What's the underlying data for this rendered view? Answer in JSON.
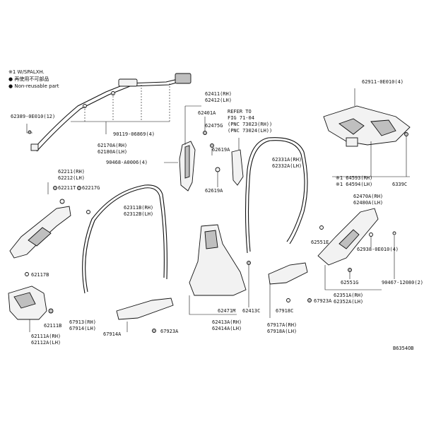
{
  "legend": {
    "line1": "※1 W/SPALXH.",
    "line2": "● 再使用不可部品",
    "line3": "● Non-reusable part"
  },
  "labels": {
    "l62911": "62911-0E010(4)",
    "l62389": "62389-0E010(12)",
    "l62411": "62411(RH)",
    "l62412": "62412(LH)",
    "l62401a": "62401A",
    "l62475g": "62475G",
    "l62619a1": "62619A",
    "l62619a2": "62619A",
    "refer1": "REFER TO",
    "refer2": "FIG 71-04",
    "refer3": "(PNC 73023(RH))",
    "refer4": "(PNC 73024(LH))",
    "l90119": "90119-06869(4)",
    "l62170a": "62170A(RH)",
    "l62180a": "62180A(LH)",
    "l90468": "90468-A0006(4)",
    "l62331a": "62331A(RH)",
    "l62332a": "62332A(LH)",
    "l64593": "※1 64593(RH)",
    "l64594": "※1 64594(LH)",
    "l62470a": "62470A(RH)",
    "l62480a": "62480A(LH)",
    "l6339c": "6339C",
    "l62211": "62211(RH)",
    "l62212": "62212(LH)",
    "l62211t": "62211T",
    "l62217g": "62217G",
    "l62311b": "62311B(RH)",
    "l62312b": "62312B(LH)",
    "l62551e": "62551E",
    "l62938": "62938-0E010(4)",
    "l62117b": "62117B",
    "l62551g": "62551G",
    "l90467": "90467-12080(2)",
    "l62351a": "62351A(RH)",
    "l62352a": "62352A(LH)",
    "l62111b": "62111B",
    "l62471m": "62471M",
    "l62413c": "62413C",
    "l67918c": "67918C",
    "l67923a1": "67923A",
    "l67913": "67913(RH)",
    "l67914": "67914(LH)",
    "l62413a": "62413A(RH)",
    "l62414a": "62414A(LH)",
    "l67917a": "67917A(RH)",
    "l67918a": "67918A(LH)",
    "l67914a": "67914A",
    "l67923a2": "67923A",
    "l62111a": "62111A(RH)",
    "l62112a": "62112A(LH)",
    "code": "B6354OB"
  }
}
